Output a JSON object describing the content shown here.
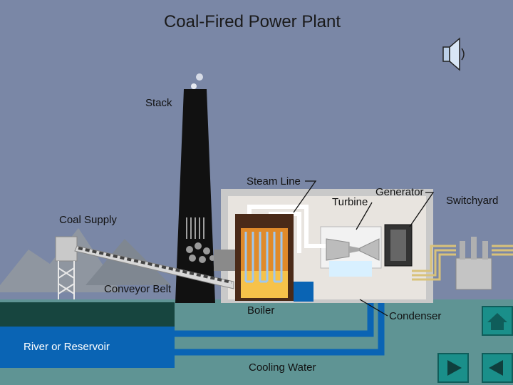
{
  "title": "Coal-Fired Power Plant",
  "labels": {
    "stack": "Stack",
    "steam_line": "Steam Line",
    "generator": "Generator",
    "turbine": "Turbine",
    "switchyard": "Switchyard",
    "coal_supply": "Coal Supply",
    "conveyor_belt": "Conveyor Belt",
    "boiler": "Boiler",
    "condenser": "Condenser",
    "river": "River or Reservoir",
    "cooling_water": "Cooling Water"
  },
  "icons": {
    "sound": "speaker-icon",
    "home": "home-icon",
    "next": "play-right-icon",
    "prev": "play-left-icon"
  },
  "colors": {
    "background": "#7a87a6",
    "water": "#0a64b4",
    "ground": "#5f9494",
    "nav_button": "#1a8f8a"
  }
}
